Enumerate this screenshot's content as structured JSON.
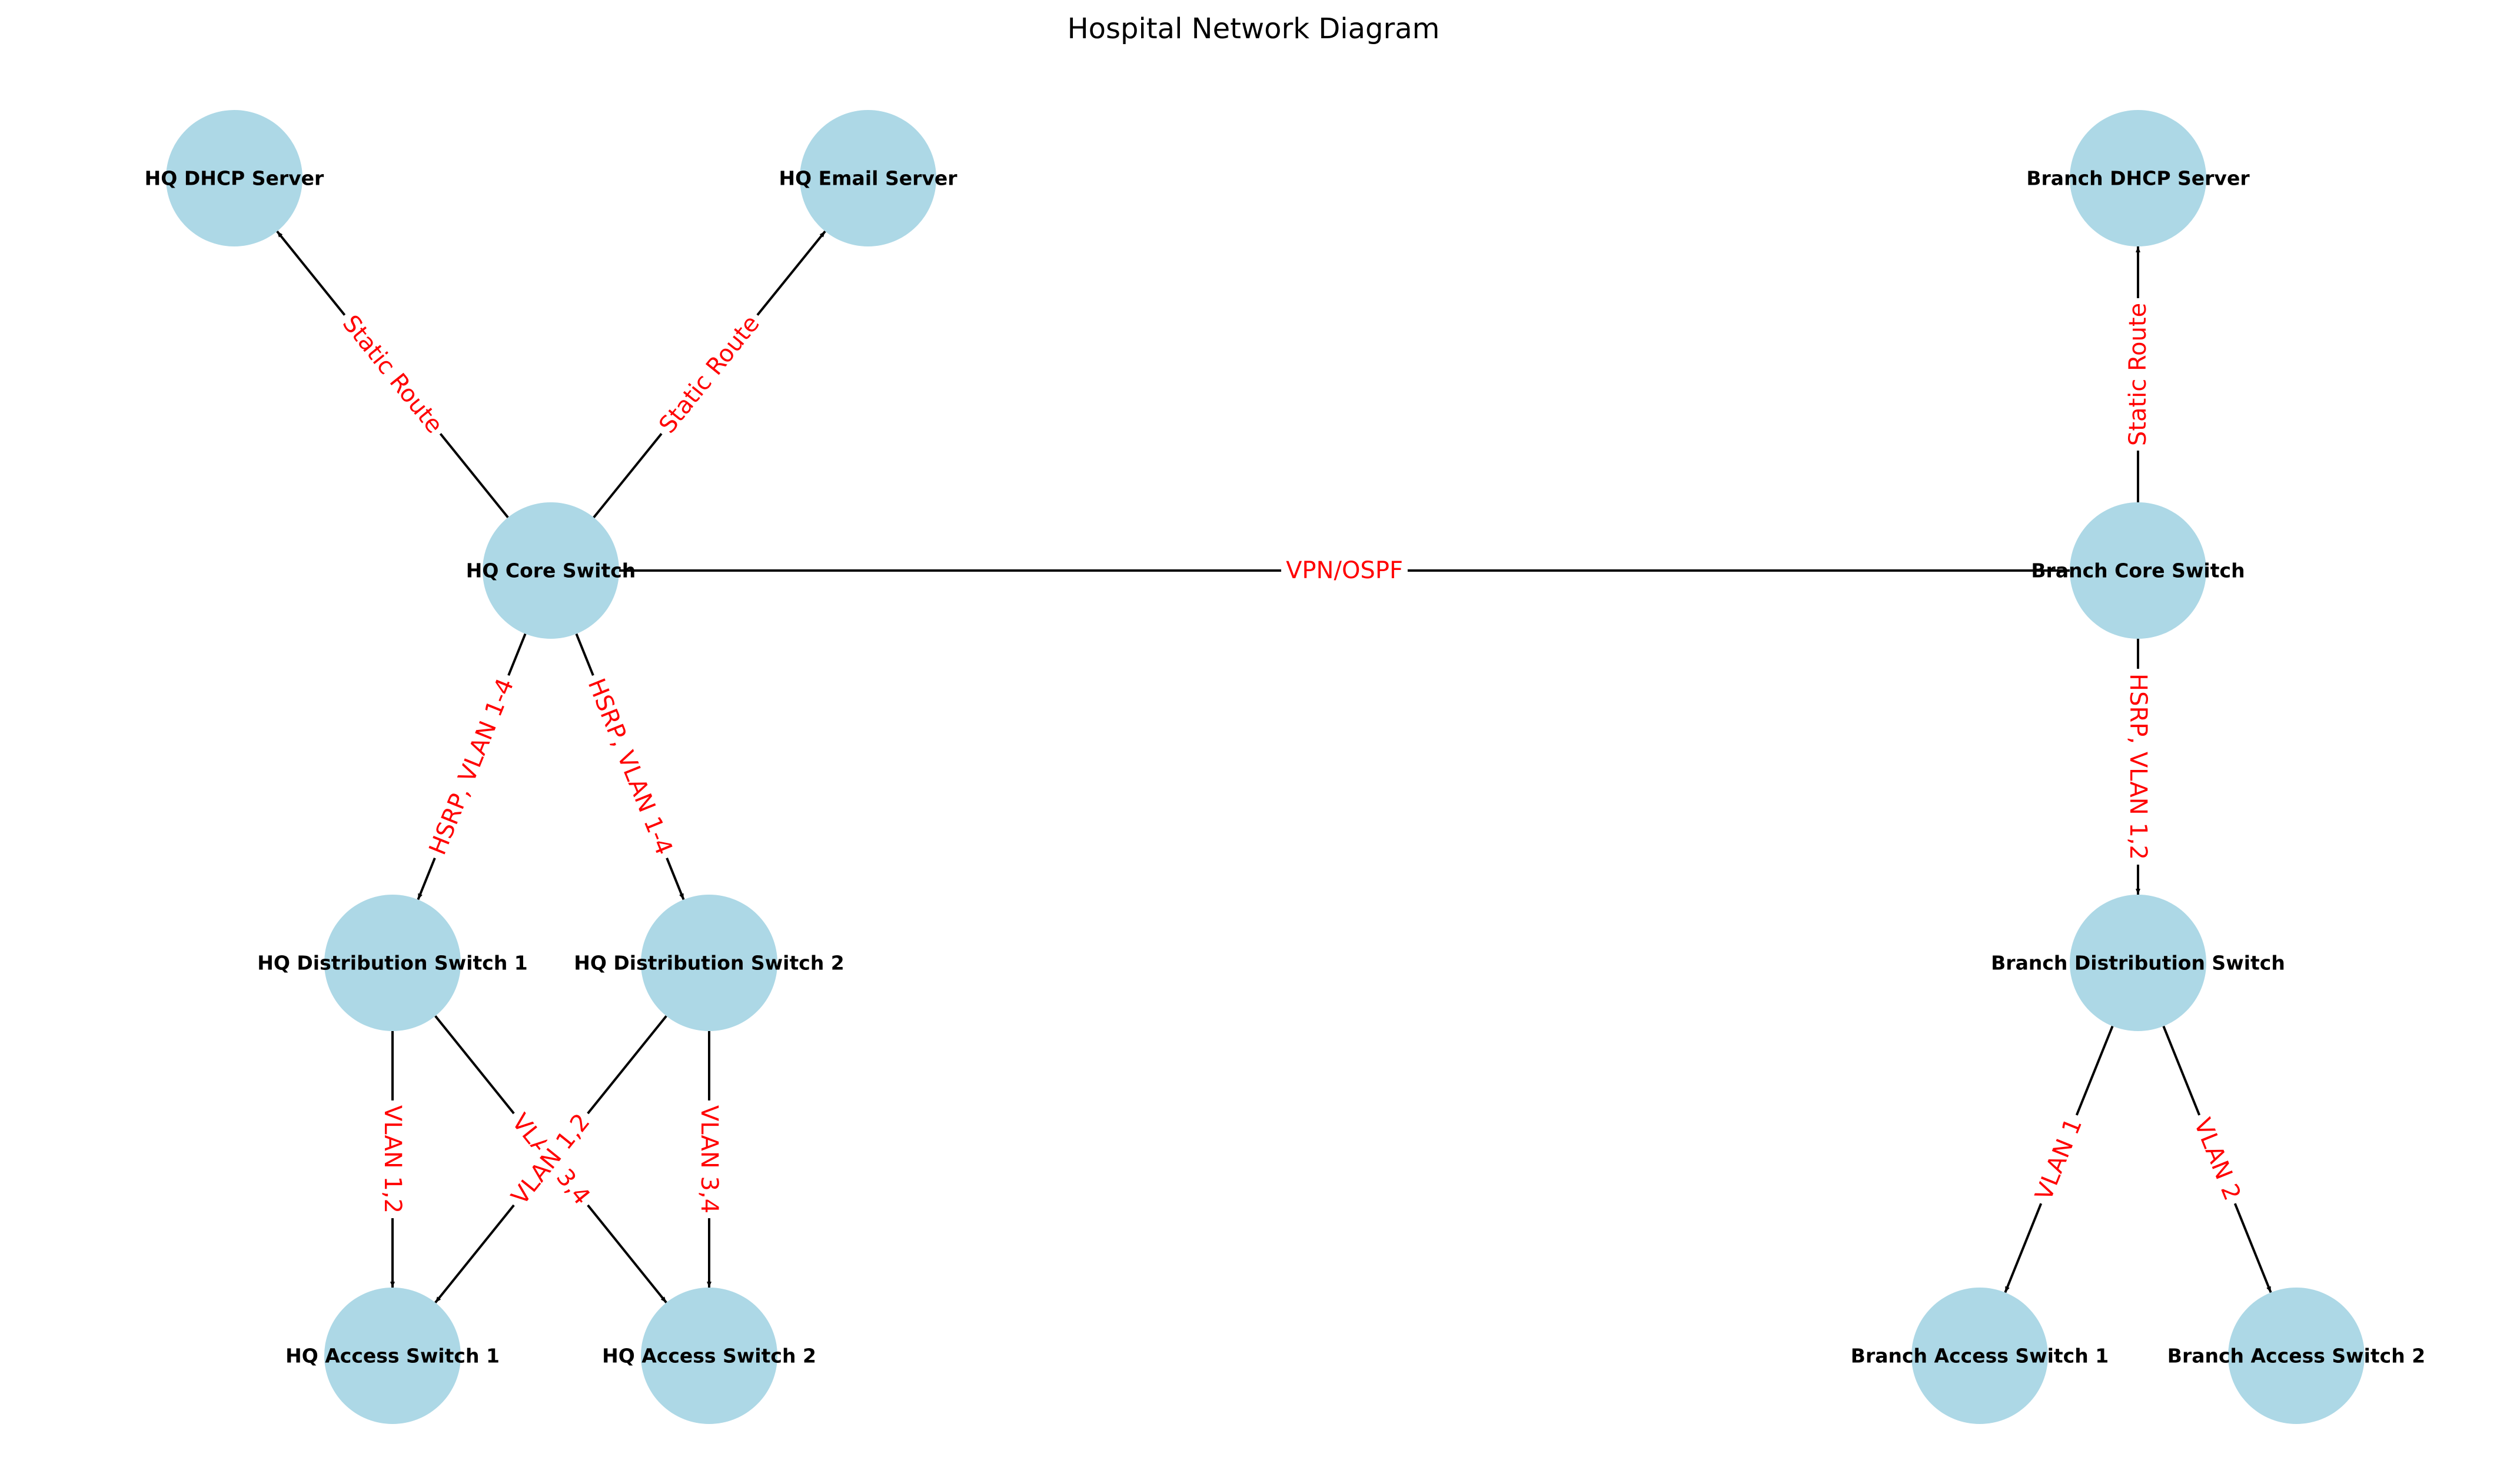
{
  "title": "Hospital Network Diagram",
  "colors": {
    "node_fill": "#add8e6",
    "edge": "#000000",
    "edge_label": "#ff0000"
  },
  "nodes": [
    {
      "id": "hq-dhcp",
      "label": "HQ DHCP Server"
    },
    {
      "id": "hq-email",
      "label": "HQ Email Server"
    },
    {
      "id": "hq-core",
      "label": "HQ Core Switch"
    },
    {
      "id": "hq-dist1",
      "label": "HQ Distribution Switch 1"
    },
    {
      "id": "hq-dist2",
      "label": "HQ Distribution Switch 2"
    },
    {
      "id": "hq-acc1",
      "label": "HQ Access Switch 1"
    },
    {
      "id": "hq-acc2",
      "label": "HQ Access Switch 2"
    },
    {
      "id": "br-dhcp",
      "label": "Branch DHCP Server"
    },
    {
      "id": "br-core",
      "label": "Branch Core Switch"
    },
    {
      "id": "br-dist",
      "label": "Branch Distribution Switch"
    },
    {
      "id": "br-acc1",
      "label": "Branch Access Switch 1"
    },
    {
      "id": "br-acc2",
      "label": "Branch Access Switch 2"
    }
  ],
  "edges": [
    {
      "from": "hq-core",
      "to": "hq-dhcp",
      "label": "Static Route"
    },
    {
      "from": "hq-core",
      "to": "hq-email",
      "label": "Static Route"
    },
    {
      "from": "hq-core",
      "to": "br-core",
      "label": "VPN/OSPF"
    },
    {
      "from": "hq-core",
      "to": "hq-dist1",
      "label": "HSRP, VLAN 1-4"
    },
    {
      "from": "hq-core",
      "to": "hq-dist2",
      "label": "HSRP, VLAN 1-4"
    },
    {
      "from": "hq-dist1",
      "to": "hq-acc1",
      "label": "VLAN 1,2"
    },
    {
      "from": "hq-dist1",
      "to": "hq-acc2",
      "label": "VLAN 3,4"
    },
    {
      "from": "hq-dist2",
      "to": "hq-acc1",
      "label": "VLAN 1,2"
    },
    {
      "from": "hq-dist2",
      "to": "hq-acc2",
      "label": "VLAN 3,4"
    },
    {
      "from": "br-core",
      "to": "br-dhcp",
      "label": "Static Route"
    },
    {
      "from": "br-core",
      "to": "br-dist",
      "label": "HSRP, VLAN 1,2"
    },
    {
      "from": "br-dist",
      "to": "br-acc1",
      "label": "VLAN 1"
    },
    {
      "from": "br-dist",
      "to": "br-acc2",
      "label": "VLAN 2"
    }
  ]
}
